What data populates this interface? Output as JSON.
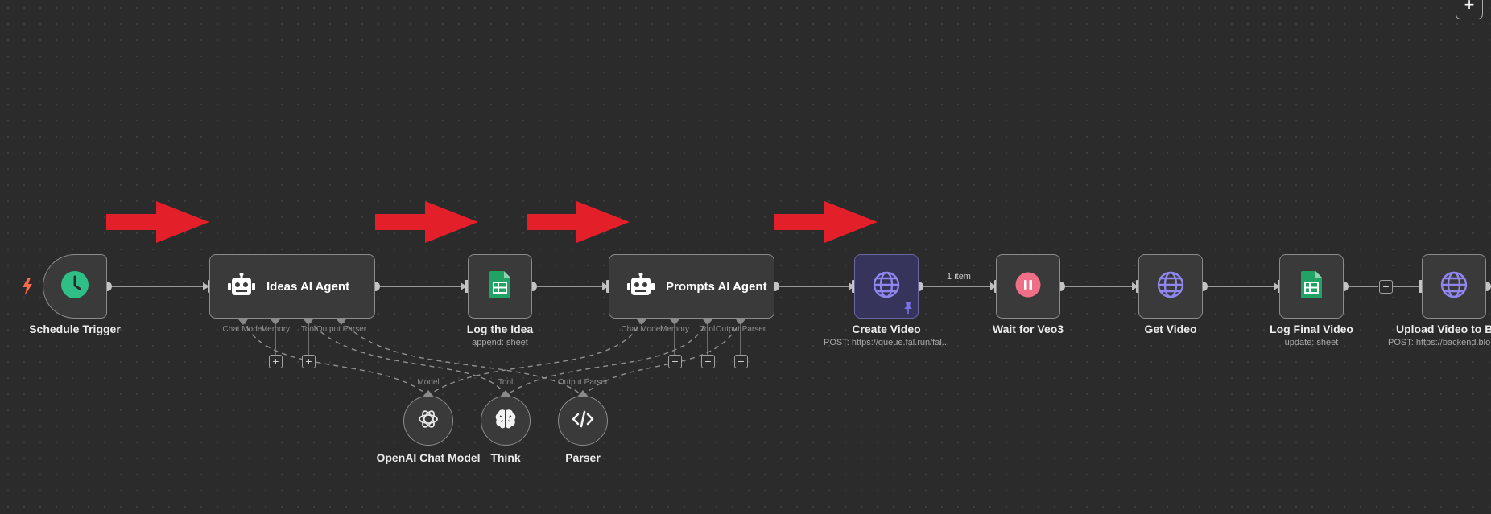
{
  "canvas": {
    "background": "#2b2b2b",
    "accent_arrow": "#e3202a"
  },
  "nodes": {
    "schedule_trigger": {
      "label": "Schedule Trigger",
      "icon": "clock-icon"
    },
    "ideas_agent": {
      "label": "Ideas AI Agent",
      "icon": "robot-icon",
      "ports": {
        "chat_model": "Chat Model",
        "memory": "Memory",
        "tool": "Tool",
        "output_parser": "Output Parser"
      }
    },
    "log_idea": {
      "label": "Log the Idea",
      "subtitle": "append: sheet",
      "icon": "google-sheets-icon"
    },
    "prompts_agent": {
      "label": "Prompts AI Agent",
      "icon": "robot-icon",
      "ports": {
        "chat_model": "Chat Model",
        "memory": "Memory",
        "tool": "Tool",
        "output_parser": "Output Parser"
      }
    },
    "create_video": {
      "label": "Create Video",
      "subtitle": "POST: https://queue.fal.run/fal...",
      "icon": "globe-icon"
    },
    "wait_veo3": {
      "label": "Wait for Veo3",
      "icon": "pause-icon"
    },
    "get_video": {
      "label": "Get Video",
      "icon": "globe-icon"
    },
    "log_final": {
      "label": "Log Final Video",
      "subtitle": "update: sheet",
      "icon": "google-sheets-icon"
    },
    "upload_video": {
      "label": "Upload Video to Blo",
      "subtitle": "POST: https://backend.blo",
      "icon": "globe-icon"
    }
  },
  "sub_nodes": {
    "openai_model": {
      "label": "OpenAI Chat Model",
      "port": "Model",
      "icon": "openai-icon"
    },
    "think": {
      "label": "Think",
      "port": "Tool",
      "icon": "brain-icon"
    },
    "parser": {
      "label": "Parser",
      "port": "Output Parser",
      "icon": "code-icon"
    }
  },
  "edges": {
    "create_to_wait_label": "1 item"
  },
  "buttons": {
    "plus": "+",
    "top_plus": "+"
  }
}
